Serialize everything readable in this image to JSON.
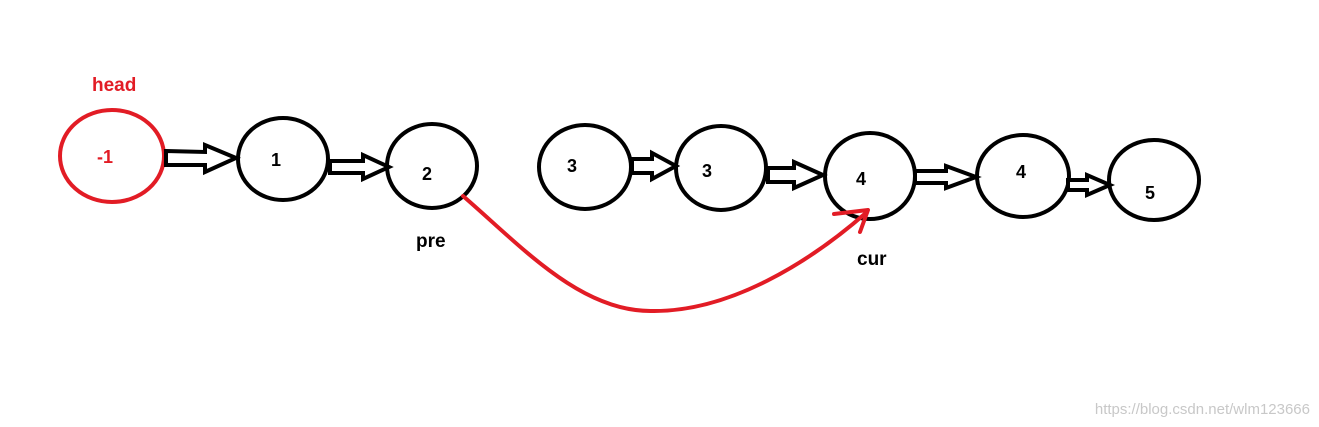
{
  "colors": {
    "ink": "#000000",
    "highlight": "#e21c25",
    "watermark": "#c8c8c8",
    "background": "#ffffff"
  },
  "nodes": [
    {
      "label": "-1",
      "highlight": true
    },
    {
      "label": "1"
    },
    {
      "label": "2"
    },
    {
      "label": "3"
    },
    {
      "label": "3"
    },
    {
      "label": "4"
    },
    {
      "label": "4"
    },
    {
      "label": "5"
    }
  ],
  "annotations": {
    "head": "head",
    "pre": "pre",
    "cur": "cur"
  },
  "watermark": "https://blog.csdn.net/wlm123666"
}
